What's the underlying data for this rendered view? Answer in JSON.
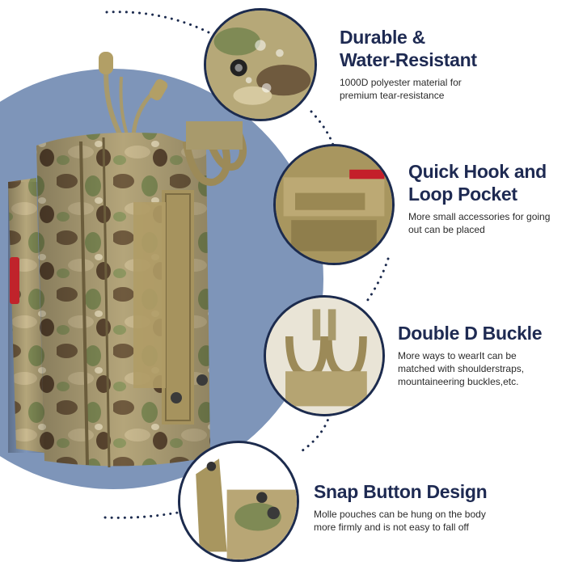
{
  "colors": {
    "accent_navy": "#1e2a52",
    "background_circle": "#7e95b9",
    "camo_base": "#a89a6c"
  },
  "features": [
    {
      "title_line1": "Durable &",
      "title_line2": "Water-Resistant",
      "desc_line1": "1000D polyester material for",
      "desc_line2": "premium tear-resistance"
    },
    {
      "title_line1": "Quick Hook and",
      "title_line2": "Loop Pocket",
      "desc_line1": "More small accessories for going",
      "desc_line2": "out can be placed"
    },
    {
      "title_line1": "Double D Buckle",
      "desc_line1": "More ways to wearIt can be",
      "desc_line2": "matched with shoulderstraps,",
      "desc_line3": "mountaineering buckles,etc."
    },
    {
      "title_line1": "Snap Button Design",
      "desc_line1": "Molle pouches can be hung on the body",
      "desc_line2": "more firmly and is not easy to fall off"
    }
  ]
}
